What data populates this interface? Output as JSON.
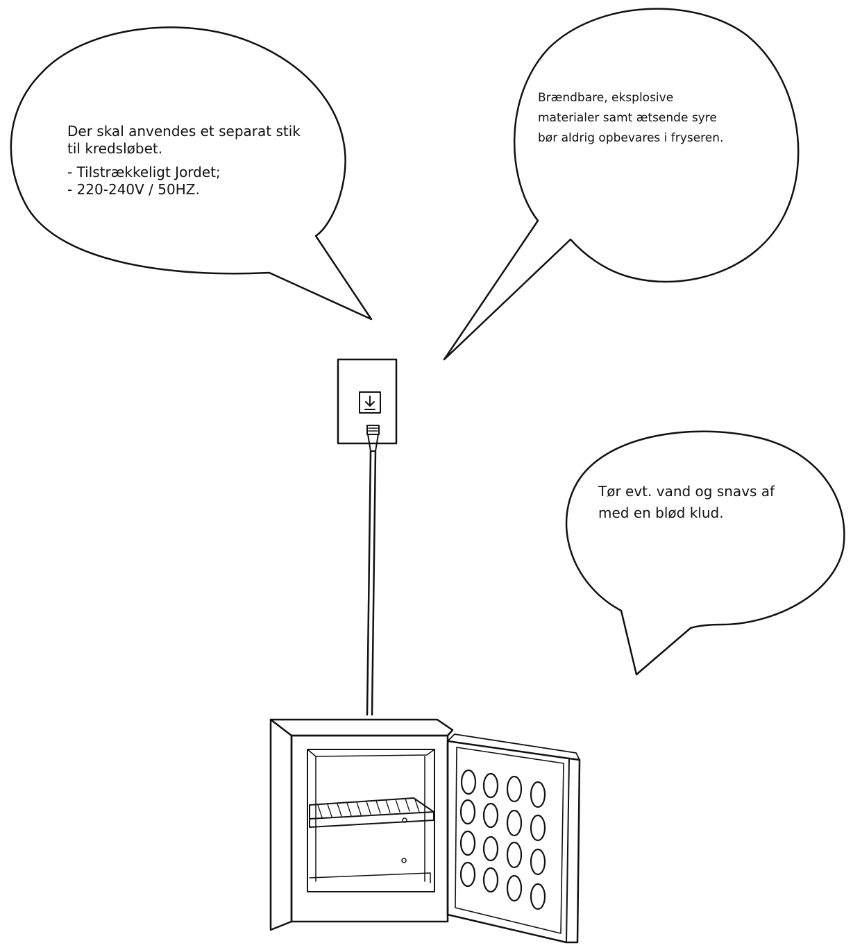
{
  "callouts": {
    "outlet_requirements": {
      "text": "Der skal anvendes et separat stik til kredsløbet.",
      "bullets": [
        "- Tilstrækkeligt Jordet;",
        "- 220-240V / 50HZ."
      ]
    },
    "hazardous_materials": {
      "text": "Brændbare, eksplosive materialer samt ætsende syre bør aldrig opbevares i fryseren."
    },
    "cleaning": {
      "text": "Tør evt. vand og snavs af med en blød klud."
    }
  },
  "icons": {
    "wall_outlet": "wall-outlet-icon",
    "plug": "plug-icon",
    "freezer": "mini-freezer-illustration"
  },
  "colors": {
    "line": "#111111",
    "background": "#ffffff"
  }
}
